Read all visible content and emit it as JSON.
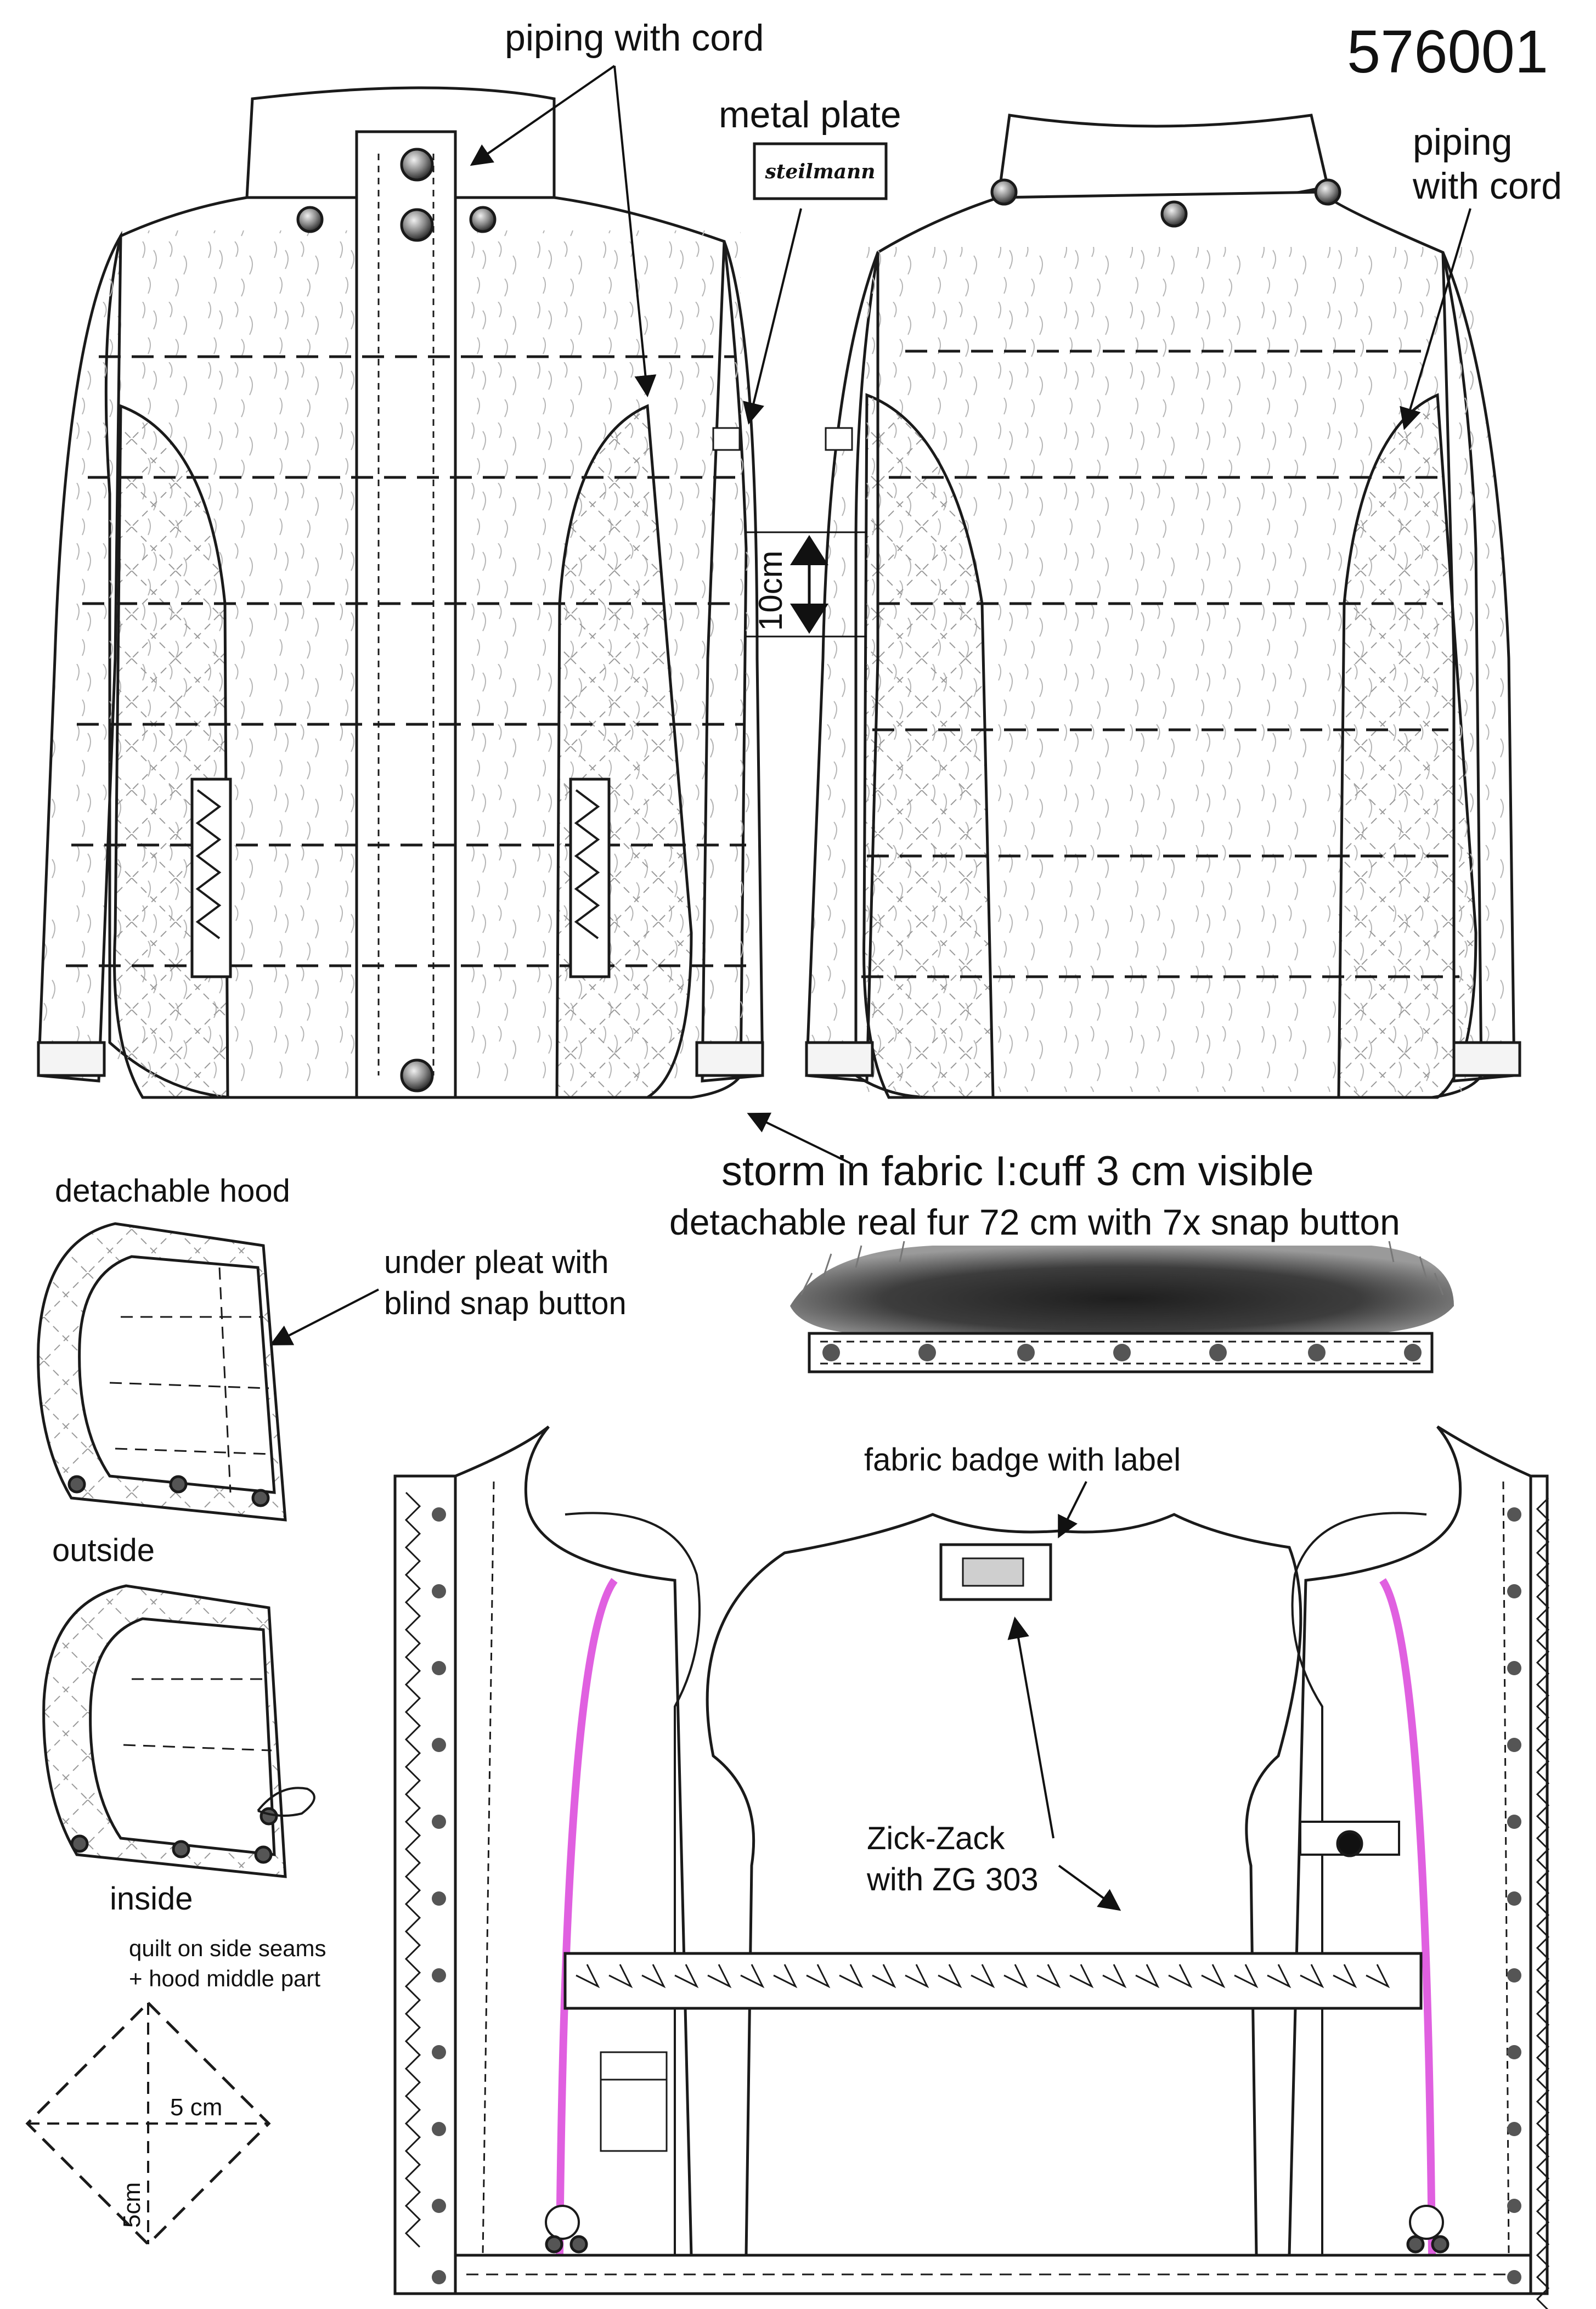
{
  "style_number": "576001",
  "callouts": {
    "piping_front": "piping with cord",
    "metal_plate": "metal plate",
    "plate_brand": "steilmann",
    "piping_back_1": "piping",
    "piping_back_2": "with cord",
    "measure": "10cm",
    "storm_cuff": "storm in fabric I:cuff 3 cm visible",
    "fur_trim": "detachable real fur 72 cm with 7x snap button",
    "hood_title": "detachable hood",
    "under_pleat_1": "under pleat with",
    "under_pleat_2": "blind snap button",
    "hood_outside": "outside",
    "hood_inside": "inside",
    "quilt_note_1": "quilt on side seams",
    "quilt_note_2": "+ hood middle part",
    "quilt_h": "5 cm",
    "quilt_v": "5cm",
    "badge": "fabric badge with label",
    "zigzag_1": "Zick-Zack",
    "zigzag_2": "with ZG 303"
  },
  "colors": {
    "line": "#1a1a1a",
    "piping_accent": "#e060e0",
    "fur_dark": "#3a3a3a",
    "button": "#555555"
  }
}
